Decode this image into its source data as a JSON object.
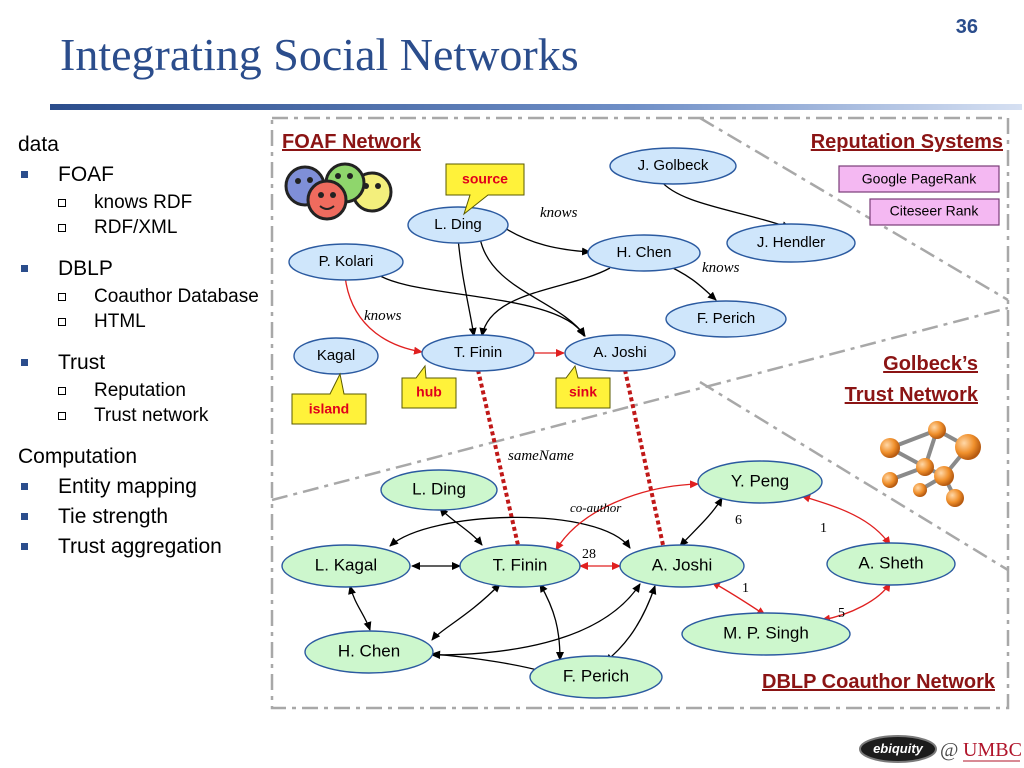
{
  "slide": {
    "title": "Integrating Social Networks",
    "number": "36"
  },
  "outline": [
    {
      "level": 0,
      "text": "data"
    },
    {
      "level": 1,
      "text": "FOAF"
    },
    {
      "level": 2,
      "text": "knows RDF"
    },
    {
      "level": 2,
      "text": "RDF/XML"
    },
    {
      "level": "gap"
    },
    {
      "level": 1,
      "text": "DBLP"
    },
    {
      "level": 2,
      "text": "Coauthor Database"
    },
    {
      "level": 2,
      "text": "HTML"
    },
    {
      "level": "gap"
    },
    {
      "level": 1,
      "text": "Trust"
    },
    {
      "level": 2,
      "text": "Reputation"
    },
    {
      "level": 2,
      "text": "Trust network"
    },
    {
      "level": "gap"
    },
    {
      "level": 0,
      "text": "Computation"
    },
    {
      "level": 1,
      "text": "Entity mapping"
    },
    {
      "level": 1,
      "text": "Tie strength"
    },
    {
      "level": 1,
      "text": "Trust aggregation"
    }
  ],
  "sections": {
    "foaf": "FOAF Network",
    "reputation": "Reputation Systems",
    "golbeck_line1": "Golbeck’s",
    "golbeck_line2": "Trust Network",
    "dblp": "DBLP Coauthor Network"
  },
  "reputation_systems": [
    "Google PageRank",
    "Citeseer Rank"
  ],
  "foaf_nodes": {
    "golbeck": "J. Golbeck",
    "ding": "L. Ding",
    "hendler": "J. Hendler",
    "chen": "H. Chen",
    "kolari": "P. Kolari",
    "perich": "F. Perich",
    "kagal": "Kagal",
    "finin": "T. Finin",
    "joshi": "A. Joshi"
  },
  "dblp_nodes": {
    "ding": "L. Ding",
    "peng": "Y. Peng",
    "kagal": "L. Kagal",
    "finin": "T. Finin",
    "joshi": "A. Joshi",
    "sheth": "A. Sheth",
    "chen": "H. Chen",
    "singh": "M. P. Singh",
    "perich": "F. Perich"
  },
  "callouts": {
    "source": "source",
    "hub": "hub",
    "sink": "sink",
    "island": "island"
  },
  "edge_labels": {
    "knows1": "knows",
    "knows2": "knows",
    "knows3": "knows",
    "same_name": "sameName",
    "co_author": "co-author"
  },
  "weights": {
    "w28": "28",
    "w6": "6",
    "w1a": "1",
    "w1b": "1",
    "w5": "5"
  },
  "footer": {
    "logo": "ebiquity",
    "at": "@",
    "umbc": "UMBC"
  },
  "colors": {
    "title": "#2b4d8c",
    "section": "#8b1414",
    "red_edge": "#e02020",
    "foaf_node": "#cfe6fb",
    "dblp_node": "#cdf7cd",
    "callout": "#fff23a",
    "rep_box": "#f4b8f2"
  }
}
